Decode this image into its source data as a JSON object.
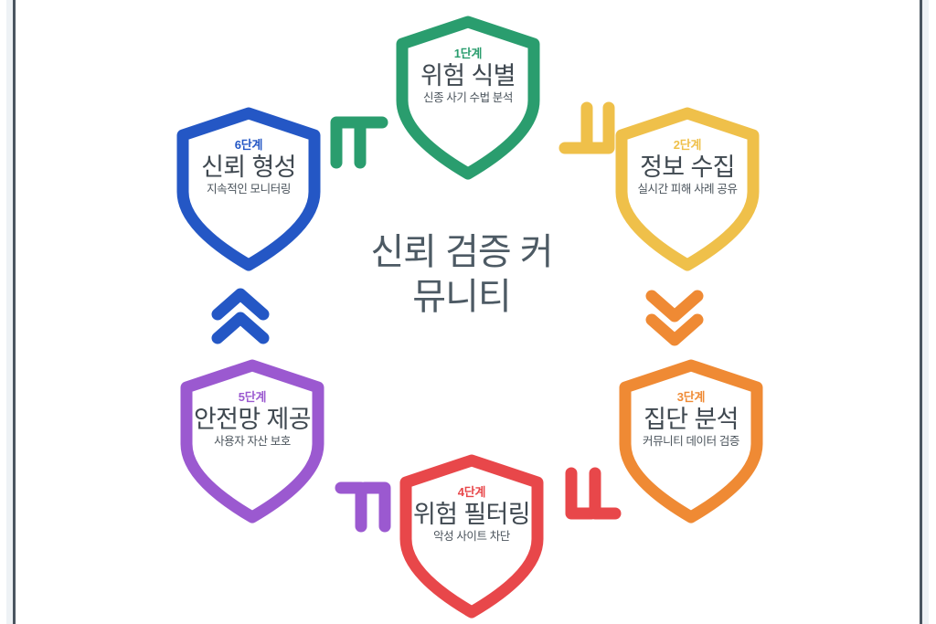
{
  "diagram": {
    "center_title_line1": "신뢰 검증 커",
    "center_title_line2": "뮤니티",
    "center_title_full": "신뢰 검증 커뮤니티",
    "center_title_color": "#4d5a64",
    "background_color": "#ffffff",
    "border_color": "#4a5560"
  },
  "steps": [
    {
      "id": "step-1",
      "number": "1단계",
      "title": "위험 식별",
      "subtitle": "신종 사기 수법 분석",
      "color": "#2a9d6e",
      "icon": "shield-icon"
    },
    {
      "id": "step-2",
      "number": "2단계",
      "title": "정보 수집",
      "subtitle": "실시간 피해 사례 공유",
      "color": "#efc04a",
      "icon": "shield-icon"
    },
    {
      "id": "step-3",
      "number": "3단계",
      "title": "집단 분석",
      "subtitle": "커뮤니티 데이터 검증",
      "color": "#ef8a34",
      "icon": "shield-icon"
    },
    {
      "id": "step-4",
      "number": "4단계",
      "title": "위험 필터링",
      "subtitle": "악성 사이트 차단",
      "color": "#e8474a",
      "icon": "shield-icon"
    },
    {
      "id": "step-5",
      "number": "5단계",
      "title": "안전망 제공",
      "subtitle": "사용자 자산 보호",
      "color": "#9b59d0",
      "icon": "shield-icon"
    },
    {
      "id": "step-6",
      "number": "6단계",
      "title": "신뢰 형성",
      "subtitle": "지속적인 모니터링",
      "color": "#2457c5",
      "icon": "shield-icon"
    }
  ],
  "connectors": [
    {
      "id": "connector-6-to-1",
      "icon": "chevron-double-up-right-icon",
      "color": "#2a9d6e",
      "direction": "up-right"
    },
    {
      "id": "connector-1-to-2",
      "icon": "chevron-double-down-right-icon",
      "color": "#efc04a",
      "direction": "down-right"
    },
    {
      "id": "connector-2-to-3",
      "icon": "chevron-double-down-icon",
      "color": "#ef8a34",
      "direction": "down"
    },
    {
      "id": "connector-3-to-4",
      "icon": "chevron-double-down-left-icon",
      "color": "#e8474a",
      "direction": "down-left"
    },
    {
      "id": "connector-4-to-5",
      "icon": "chevron-double-up-left-icon",
      "color": "#9b59d0",
      "direction": "up-left"
    },
    {
      "id": "connector-5-to-6",
      "icon": "chevron-double-up-icon",
      "color": "#2457c5",
      "direction": "up"
    }
  ]
}
